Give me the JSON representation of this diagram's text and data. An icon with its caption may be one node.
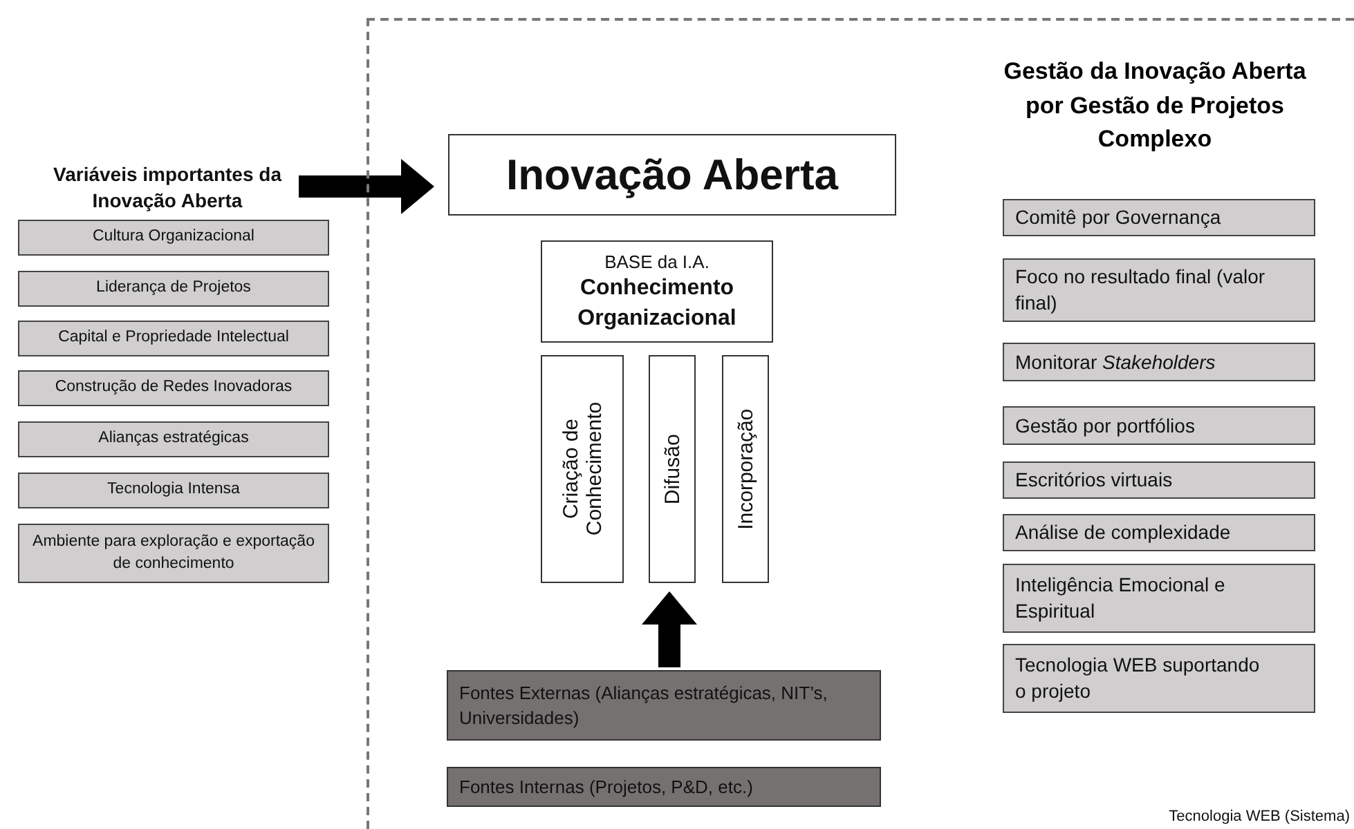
{
  "diagram": {
    "nodes": [
      {
        "text": [
          "Variáveis importantes da Inovação Aberta"
        ]
      },
      {
        "text": [
          "Cultura Organizacional"
        ]
      },
      {
        "text": [
          "Liderança de Projetos"
        ]
      },
      {
        "text": [
          "Capital e Propriedade Intelectual"
        ]
      },
      {
        "text": [
          "Construção de Redes Inovadoras"
        ]
      },
      {
        "text": [
          "Alianças estratégicas"
        ]
      },
      {
        "text": [
          "Tecnologia Intensa"
        ]
      },
      {
        "text": [
          "Ambiente para exploração e exportação de conhecimento"
        ]
      },
      {
        "text": [
          "Tecnologia WEB (Sistema)"
        ]
      },
      {
        "text": [
          "Inovação Aberta"
        ],
        "in": 8
      },
      {
        "text": [
          "BASE da I.A.",
          "Conhecimento Organizacional"
        ],
        "in": 8
      },
      {
        "text": [
          "Criação de Conhecimento"
        ],
        "in": 8
      },
      {
        "text": [
          "Difusão"
        ],
        "in": 8
      },
      {
        "text": [
          "Incorporação"
        ],
        "in": 8
      },
      {
        "text": [
          "Fontes Externas (Alianças estratégicas, NIT’s, Universidades)"
        ],
        "in": 8
      },
      {
        "text": [
          "Fontes Internas (Projetos, P&D, etc.)"
        ],
        "in": 8
      },
      {
        "text": [
          "Comitê por Governança"
        ],
        "in": 8
      },
      {
        "text": [
          "Foco no resultado final (valor final)"
        ],
        "in": 8
      },
      {
        "text": [
          "Monitorar *Stakeholders*"
        ],
        "in": 8
      },
      {
        "text": [
          "Gestão por portfólios"
        ],
        "in": 8
      },
      {
        "text": [
          "Escritórios virtuais"
        ],
        "in": 8
      },
      {
        "text": [
          "Análise de complexidade"
        ],
        "in": 8
      },
      {
        "text": [
          "Inteligência Emocional e Espiritual"
        ],
        "in": 8
      },
      {
        "text": [
          "Tecnologia WEB suportando o projeto"
        ],
        "in": 8
      }
    ],
    "edges": [
      {
        "from": 0,
        "to": 9,
        "arrow": "to"
      },
      {
        "from": 14,
        "to": 12,
        "arrow": "to"
      }
    ],
    "labels": [
      "Gestão da Inovação Aberta por Gestão de Projetos Complexo"
    ]
  }
}
